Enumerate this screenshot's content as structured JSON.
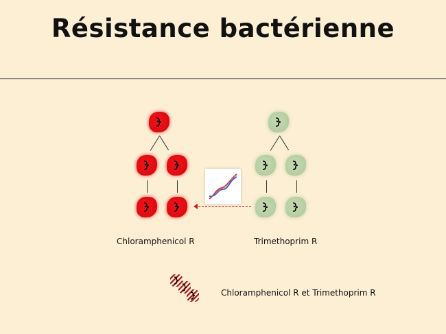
{
  "slide": {
    "title": "Résistance bactérienne"
  },
  "labels": {
    "left": "Chloramphenicol R",
    "right": "Trimethoprim R",
    "hybrid": "Chloramphenicol R et Trimethoprim R"
  },
  "colors": {
    "background": "#fcefd4",
    "chloramphenicol_resistant": "#e10d12",
    "trimethoprim_resistant": "#b8cfa4",
    "transfer_arrow": "#d31b1b"
  },
  "icons": {
    "bacterium": "bacterium-icon",
    "plasmid_dna": "dna-helix-icon",
    "transfer": "dashed-arrow-left-icon"
  }
}
